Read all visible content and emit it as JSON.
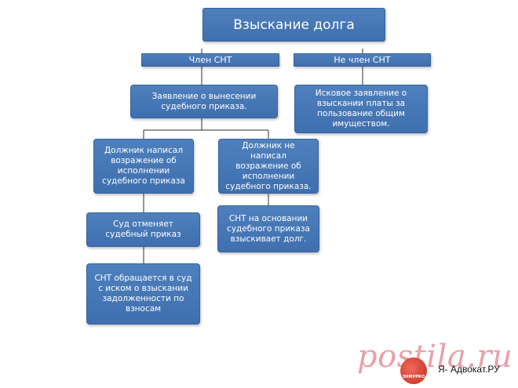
{
  "diagram": {
    "title": "Взыскание долга",
    "member_label": "Член СНТ",
    "nonmember_label": "Не член СНТ",
    "court_order_application": "Заявление о вынесении судебного приказа.",
    "nonmember_claim": "Исковое заявление о взыскании платы за пользование общим имуществом.",
    "debtor_objected": "Должник написал возражение об исполнении судебного приказа",
    "debtor_not_objected": "Должник не написал возражение об исполнении судебного приказа.",
    "court_cancels_order": "Суд отменяет судебный приказ",
    "snt_collects_debt": "СНТ на основании судебного приказа взыскивает долг.",
    "snt_goes_to_court": "СНТ обращается в суд с иском о взыскании задолженности по взносам"
  },
  "watermark": {
    "text": "postila.ru",
    "badge_text": "ЗНМУРКО",
    "site": "Я- Адвокат.РУ"
  },
  "colors": {
    "box_fill": "#4f80bd",
    "line": "#2f2f2f",
    "watermark": "#e9a0a8"
  }
}
